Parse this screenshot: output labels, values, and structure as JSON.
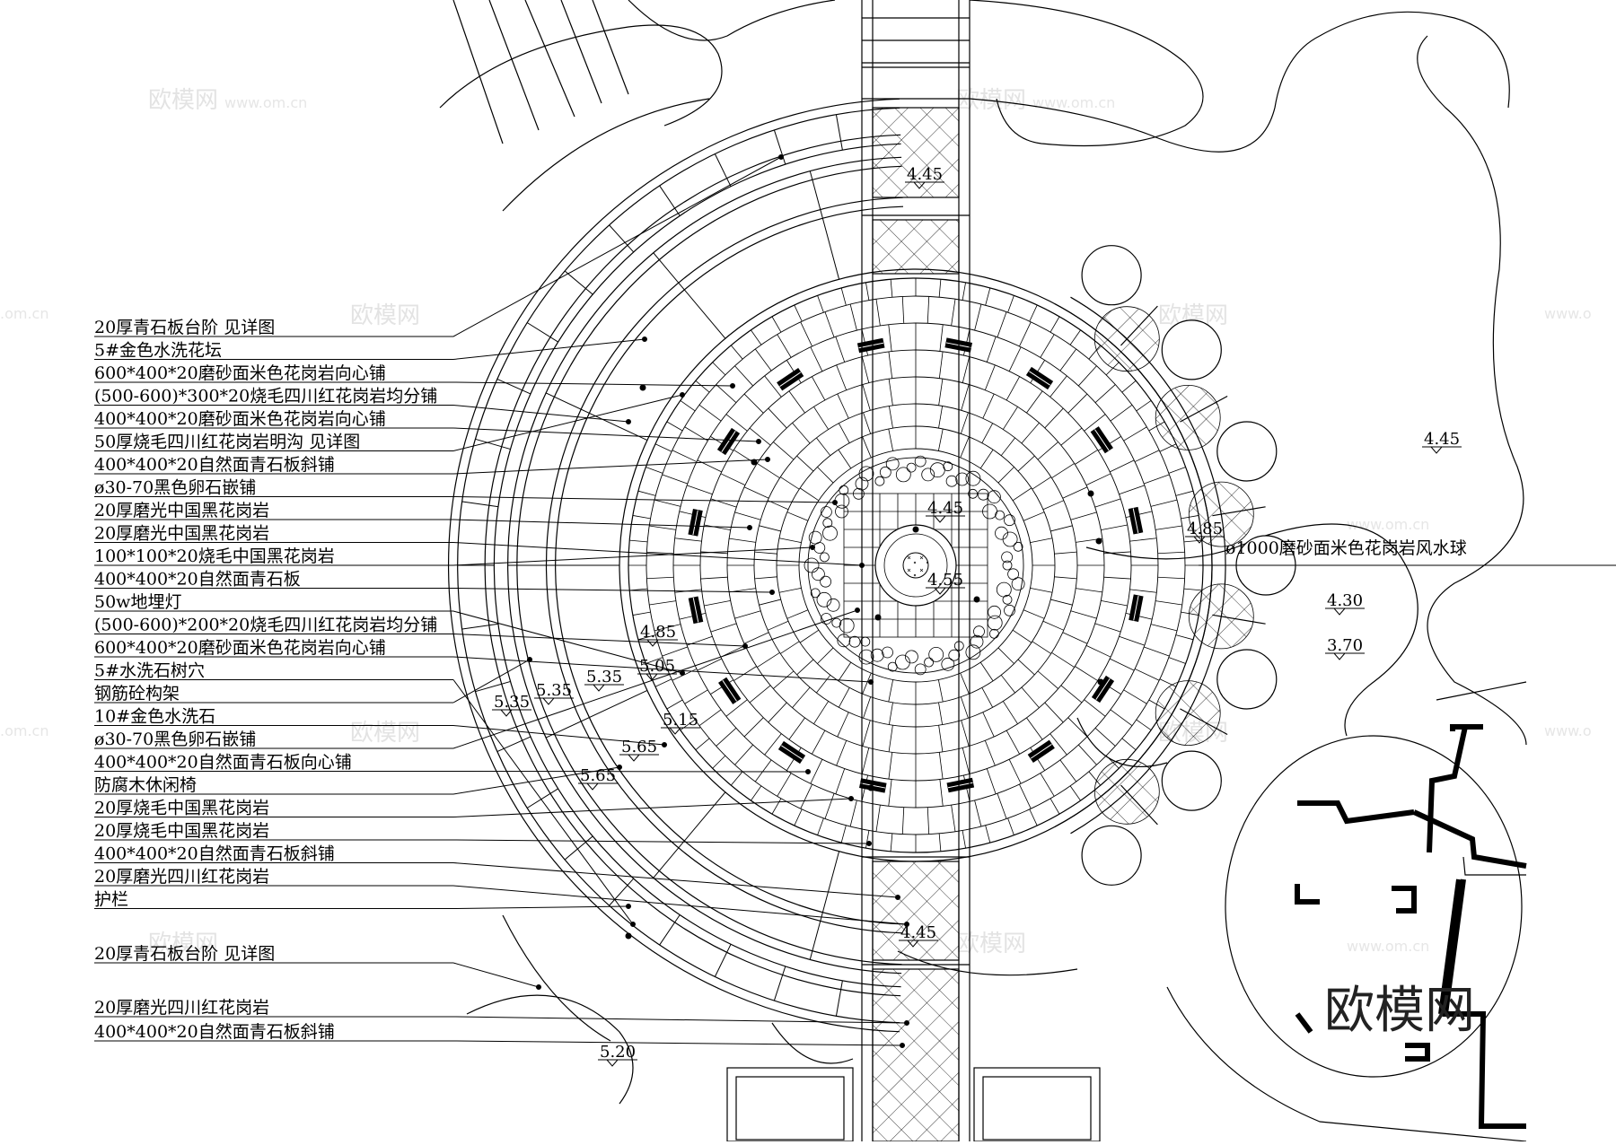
{
  "watermark": {
    "text": "欧模网",
    "site": "www.om.cn",
    "site_short": ".om.cn",
    "site_prefix": "www.o"
  },
  "brand": {
    "text": "欧模网"
  },
  "callouts": [
    "20厚青石板台阶 见详图",
    "5#金色水洗花坛",
    "600*400*20磨砂面米色花岗岩向心铺",
    "(500-600)*300*20烧毛四川红花岗岩均分铺",
    "400*400*20磨砂面米色花岗岩向心铺",
    "50厚烧毛四川红花岗岩明沟 见详图",
    "400*400*20自然面青石板斜铺",
    "ø30-70黑色卵石嵌铺",
    "20厚磨光中国黑花岗岩",
    "20厚磨光中国黑花岗岩",
    "100*100*20烧毛中国黑花岗岩",
    "400*400*20自然面青石板",
    "50w地埋灯",
    "(500-600)*200*20烧毛四川红花岗岩均分铺",
    "600*400*20磨砂面米色花岗岩向心铺",
    "5#水洗石树穴",
    "钢筋砼构架",
    "10#金色水洗石",
    "ø30-70黑色卵石嵌铺",
    "400*400*20自然面青石板向心铺",
    "防腐木休闲椅",
    "20厚烧毛中国黑花岗岩",
    "20厚烧毛中国黑花岗岩",
    "400*400*20自然面青石板斜铺",
    "20厚磨光四川红花岗岩",
    "护栏",
    "20厚青石板台阶 见详图",
    "20厚磨光四川红花岗岩",
    "400*400*20自然面青石板斜铺"
  ],
  "right_callout": "ø1000磨砂面米色花岗岩风水球",
  "elevations": {
    "top_path": "4.45",
    "center_ring": "4.45",
    "center": "4.55",
    "right_lawn": "4.45",
    "ball_deck": "4.85",
    "water_upper": "4.30",
    "water_lower": "3.70",
    "step_a": "4.85",
    "step_b": "5.05",
    "step_c": "5.35",
    "step_d": "5.35",
    "step_e": "5.35",
    "step_f": "5.15",
    "step_g": "5.65",
    "step_h": "5.65",
    "bottom_path": "4.45",
    "bottom_lawn": "5.20"
  }
}
